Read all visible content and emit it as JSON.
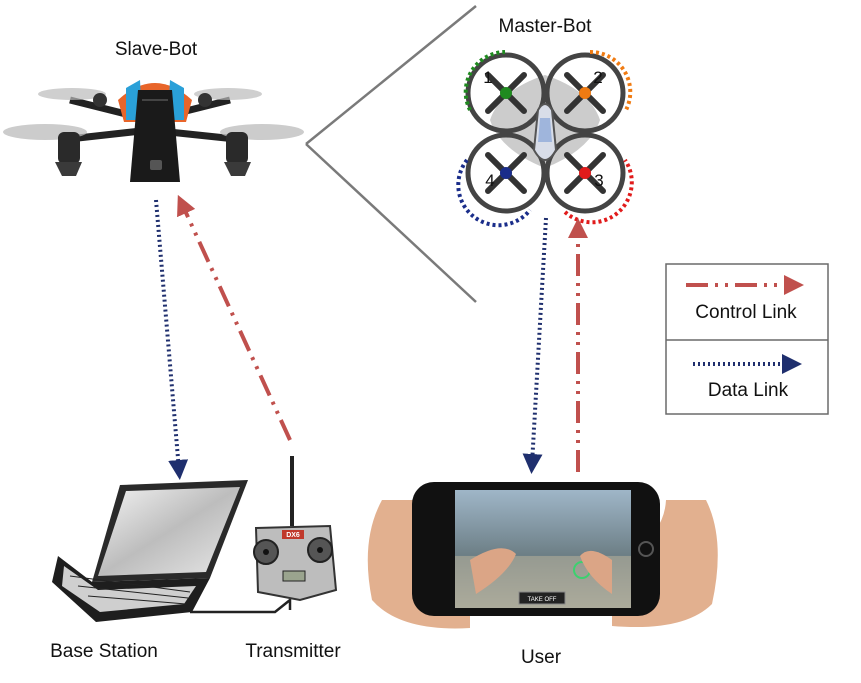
{
  "labels": {
    "slave_bot": "Slave-Bot",
    "master_bot": "Master-Bot",
    "base_station": "Base Station",
    "transmitter": "Transmitter",
    "user": "User"
  },
  "legend": {
    "control_link": "Control Link",
    "data_link": "Data Link"
  },
  "rotors": [
    {
      "number": "1",
      "color": "#1f8a1f"
    },
    {
      "number": "2",
      "color": "#f07b12"
    },
    {
      "number": "3",
      "color": "#e11b1b"
    },
    {
      "number": "4",
      "color": "#1a2d8a"
    }
  ],
  "transmitter_brand": "DX6",
  "phone_button": "TAKE OFF",
  "colors": {
    "control_link": "#c0504d",
    "data_link": "#1f2f6e",
    "slave_body_orange": "#e8652a",
    "slave_body_blue": "#2aa0d8"
  }
}
